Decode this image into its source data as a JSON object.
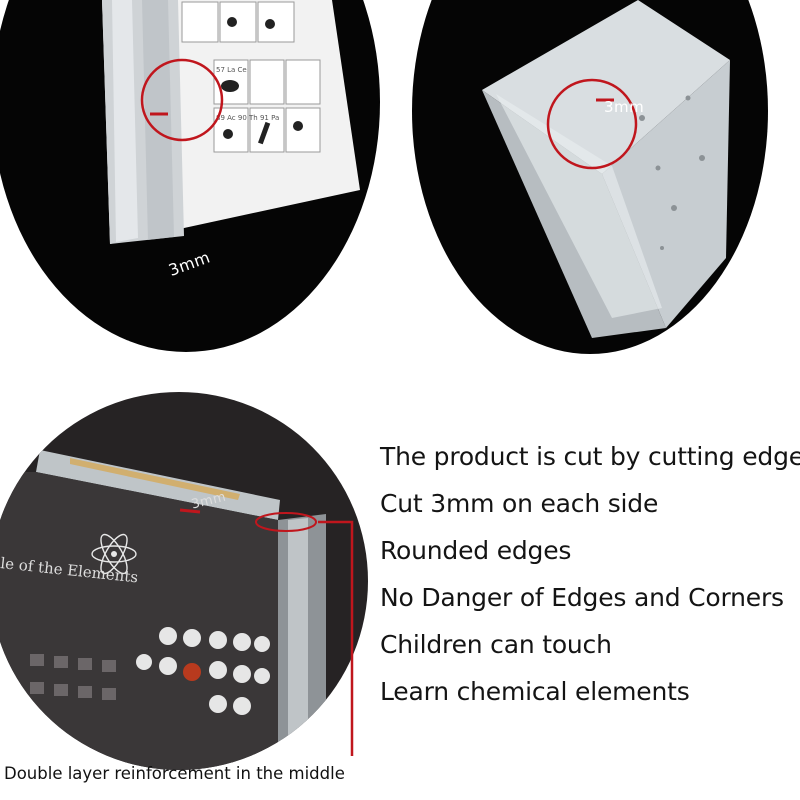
{
  "measurement_label": "3mm",
  "features": [
    "The product is cut by cutting edges",
    "Cut 3mm on each side",
    "Rounded edges",
    "No Danger of Edges and Corners",
    "Children can touch",
    "Learn chemical elements"
  ],
  "caption": "Double layer reinforcement in the middle",
  "table_title_fragment": "le of the Elements",
  "element_cells": [
    "57 La Ce",
    "89 Ac 90 Th 91 Pa"
  ],
  "colors": {
    "circle_black": "#050505",
    "circle_gray": "#262324",
    "accent_red": "#c0161d",
    "text": "#141414"
  }
}
